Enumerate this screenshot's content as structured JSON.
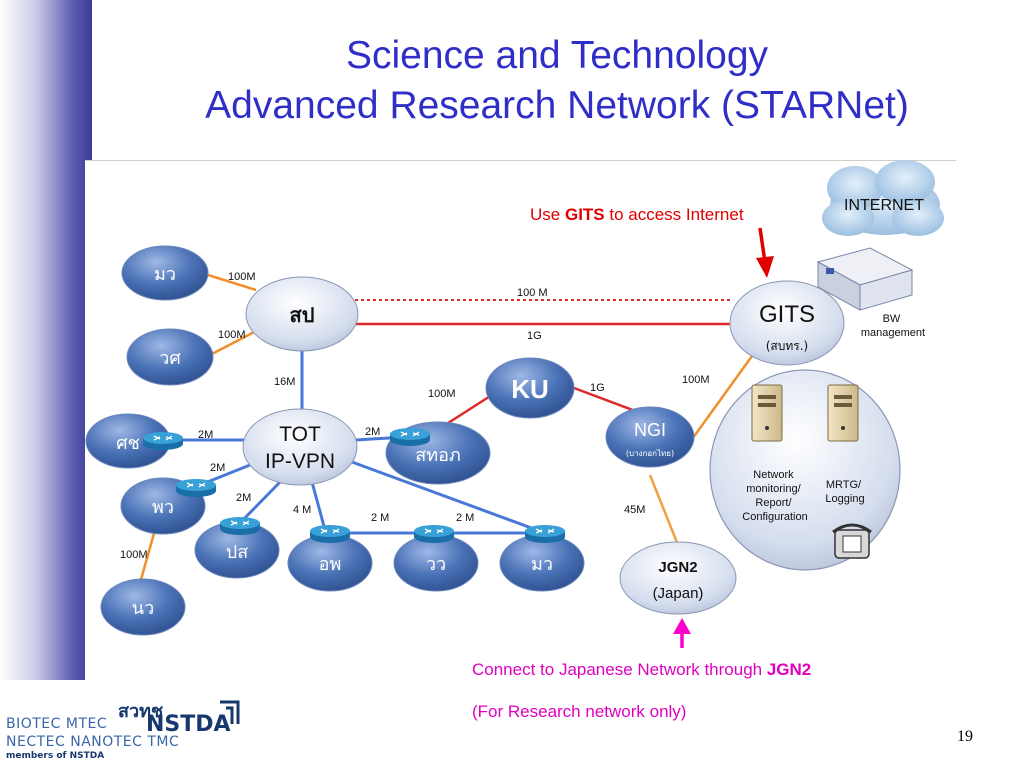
{
  "title": {
    "line1": "Science and Technology",
    "line2": "Advanced Research Network (STARNet)"
  },
  "captions": {
    "gits_pre": "Use ",
    "gits_bold": "GITS",
    "gits_post": " to access Internet",
    "jgn_pre": "Connect to Japanese Network through ",
    "jgn_bold": "JGN2",
    "research_only": "(For Research network only)"
  },
  "nodes": {
    "mw_top": "มว",
    "wc": "วศ",
    "sp": "สป",
    "gits": "GITS",
    "gits_sub": "(สบทร.)",
    "internet": "INTERNET",
    "bw": "BW management",
    "ku": "KU",
    "ngi": "NGI",
    "ngi_sub": "(บางกอกไทย)",
    "tot_line1": "TOT",
    "tot_line2": "IP-VPN",
    "sc": "ศช",
    "pw": "พว",
    "nw": "นว",
    "ps": "ปส",
    "op": "อพ",
    "ww": "วว",
    "mw_bottom": "มว",
    "stor": "สทอภ",
    "jgn2": "JGN2",
    "japan": "(Japan)",
    "net_mon": "Network monitoring/ Report/ Configuration",
    "mrtg": "MRTG/ Logging"
  },
  "links": {
    "mw_sp": "100M",
    "wc_sp": "100M",
    "sp_gits_dashed": "100 M",
    "sp_gits": "1G",
    "sp_tot": "16M",
    "ku_ngi": "1G",
    "stor_ku": "100M",
    "gits_ngi": "100M",
    "tot_stor": "2M",
    "sc_tot": "2M",
    "pw_tot": "2M",
    "ps_tot": "2M",
    "op_tot": "4 M",
    "op_ww": "2 M",
    "ww_mw": "2 M",
    "pw_nw": "100M",
    "ngi_jgn": "45M"
  },
  "colors": {
    "title": "#2f2fc8",
    "node_fill": "#4a72b6",
    "node_light": "#e8eef8",
    "link_orange": "#f0902a",
    "link_red": "#e02a2a",
    "link_blue": "#4a78d8",
    "arrow_red": "#e00000",
    "arrow_magenta": "#ff00cc"
  },
  "logo": {
    "line1": "BIOTEC MTEC",
    "line2": "NECTEC NANOTEC TMC",
    "brand": "NSTDA",
    "brand_thai": "สวทช",
    "members": "members of NSTDA"
  },
  "page_number": "19"
}
